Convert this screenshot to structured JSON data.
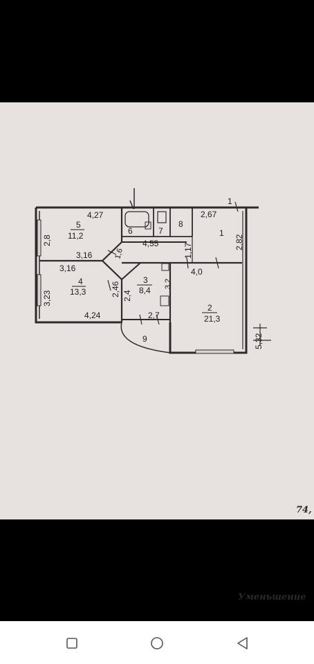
{
  "plan": {
    "rooms": [
      {
        "id": "5",
        "area": "11,2"
      },
      {
        "id": "4",
        "area": "13,3"
      },
      {
        "id": "3",
        "area": "8,4"
      },
      {
        "id": "2",
        "area": "21,3"
      },
      {
        "id": "1",
        "area": ""
      },
      {
        "id": "6",
        "area": ""
      },
      {
        "id": "7",
        "area": ""
      },
      {
        "id": "8",
        "area": ""
      },
      {
        "id": "9",
        "area": ""
      }
    ],
    "dimensions": {
      "d427": "4,27",
      "d28": "2,8",
      "d316a": "3,16",
      "d316b": "3,16",
      "d16": "1,6",
      "d455": "4,55",
      "d117": "1,17",
      "d267": "2,67",
      "d282": "2,82",
      "d40": "4,0",
      "d32": "3,2",
      "d246": "2,46",
      "d24": "2,4",
      "d323": "3,23",
      "d424": "4,24",
      "d27": "2,7",
      "d532": "5,32",
      "d1": "1"
    },
    "caption_line1": "Уменьшение",
    "caption_line2": "74,"
  },
  "navbar": {
    "buttons": [
      {
        "name": "recent-apps-button",
        "icon": "square-icon"
      },
      {
        "name": "home-button",
        "icon": "circle-icon"
      },
      {
        "name": "back-button",
        "icon": "triangle-icon"
      }
    ]
  }
}
